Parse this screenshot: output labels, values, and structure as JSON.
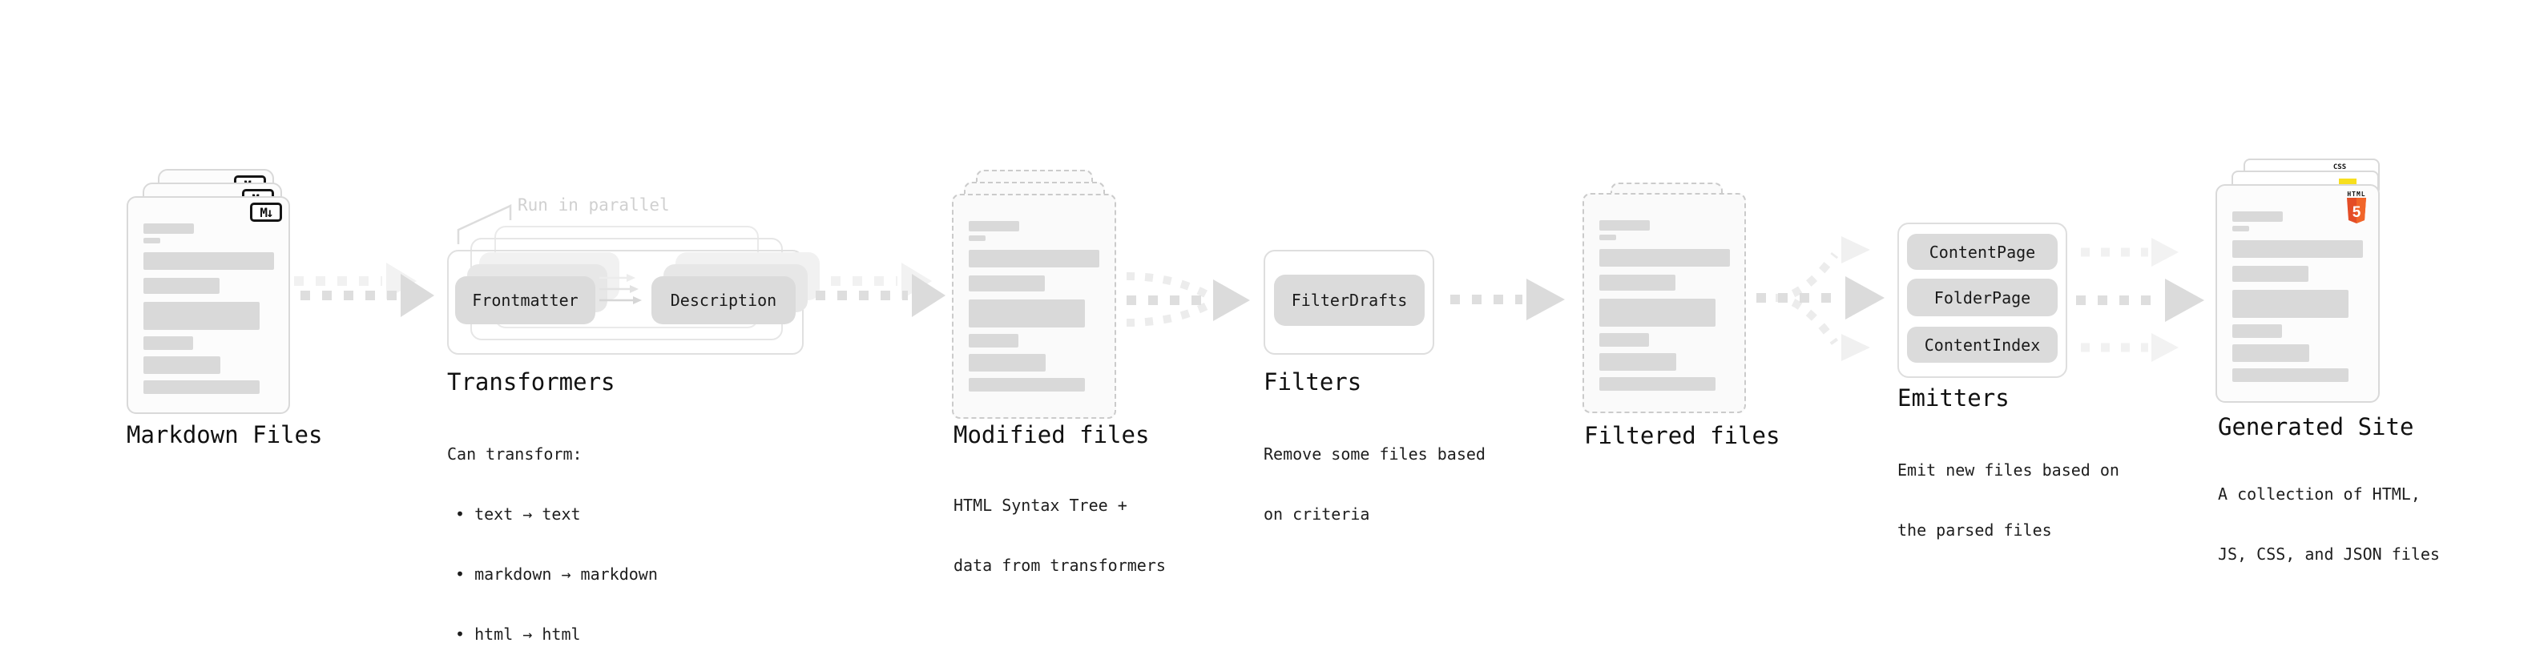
{
  "colors": {
    "background": "#ffffff",
    "card_border": "#d9d9d9",
    "dashed_border": "#cbcbcb",
    "skeleton": "#d9d9d9",
    "pill_bg": "#dbdbdb",
    "frame_border": "#e0e0e0",
    "arrow_dark": "#dcdcdc",
    "arrow_light": "#f0f0f0",
    "note_gray": "#d0d0d0",
    "text_dark": "#111111",
    "md_badge_black": "#151515",
    "html5_orange": "#e44d26",
    "html5_orange_light": "#f16529",
    "js_yellow": "#f7df1e",
    "css_blue": "#2965f1"
  },
  "icons": {
    "markdown_label": "M↓",
    "html5_brand": "HTML",
    "html5_number": "5",
    "css_label": "CSS"
  },
  "stages": [
    {
      "id": "markdown-files",
      "title": "Markdown Files"
    },
    {
      "id": "transformers",
      "title": "Transformers",
      "note": "Run in parallel",
      "pills": [
        "Frontmatter",
        "Description"
      ],
      "body": [
        "Can transform:",
        "• text → text",
        "• markdown → markdown",
        "• html → html"
      ]
    },
    {
      "id": "modified-files",
      "title": "Modified files",
      "body": [
        "HTML Syntax Tree +",
        "data from transformers"
      ]
    },
    {
      "id": "filters",
      "title": "Filters",
      "pills": [
        "FilterDrafts"
      ],
      "body": [
        "Remove some files based",
        "on criteria"
      ]
    },
    {
      "id": "filtered-files",
      "title": "Filtered files"
    },
    {
      "id": "emitters",
      "title": "Emitters",
      "pills": [
        "ContentPage",
        "FolderPage",
        "ContentIndex"
      ],
      "body": [
        "Emit new files based on",
        "the parsed files"
      ]
    },
    {
      "id": "generated-site",
      "title": "Generated Site",
      "body": [
        "A collection of HTML,",
        "JS, CSS, and JSON files"
      ]
    }
  ]
}
